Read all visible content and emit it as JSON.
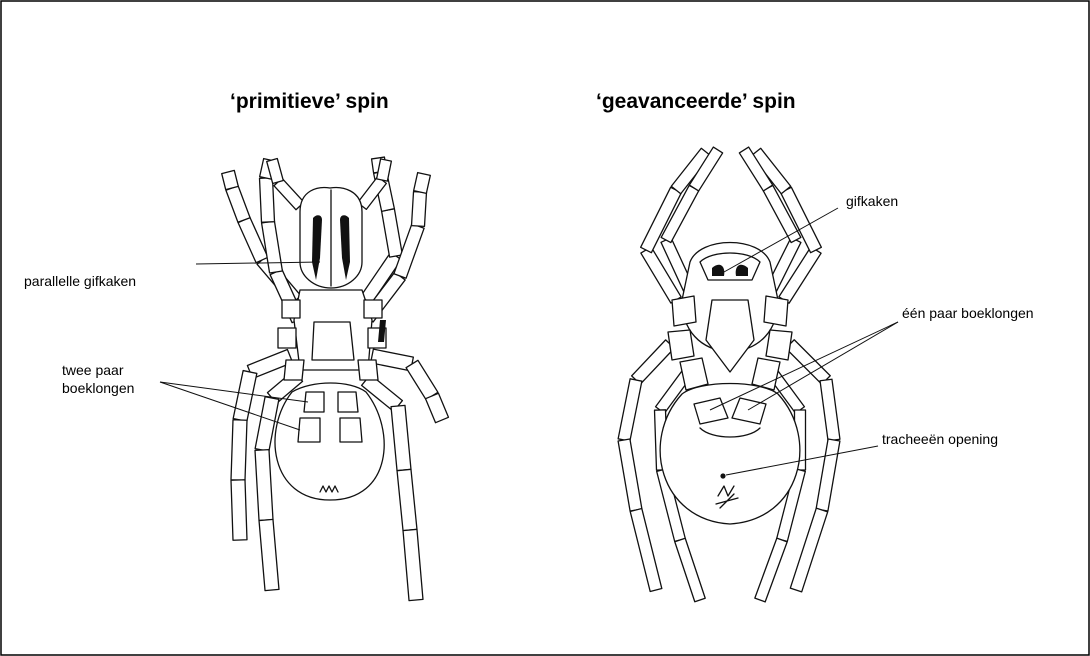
{
  "figure": {
    "left_title": "‘primitieve’ spin",
    "right_title": "‘geavanceerde’ spin"
  },
  "left_labels": {
    "fangs": "parallelle gifkaken",
    "lungs_line1": "twee paar",
    "lungs_line2": "boeklongen"
  },
  "right_labels": {
    "fangs": "gifkaken",
    "lungs": "één paar boeklongen",
    "trachea": "tracheeën opening"
  }
}
